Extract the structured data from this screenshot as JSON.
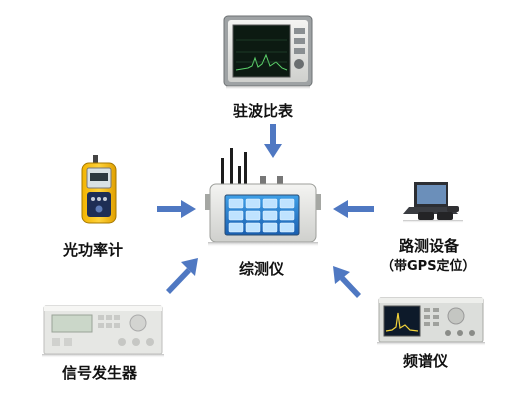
{
  "nodes": {
    "spectrum_top": "驻波比表",
    "power_meter": "光功率计",
    "signal_gen": "信号发生器",
    "center": "综测仪",
    "drive_test": "路测设备",
    "drive_test_sub": "（带GPS定位）",
    "spectrum_right": "频谱仪"
  },
  "colors": {
    "arrow": "#4f78c2"
  }
}
